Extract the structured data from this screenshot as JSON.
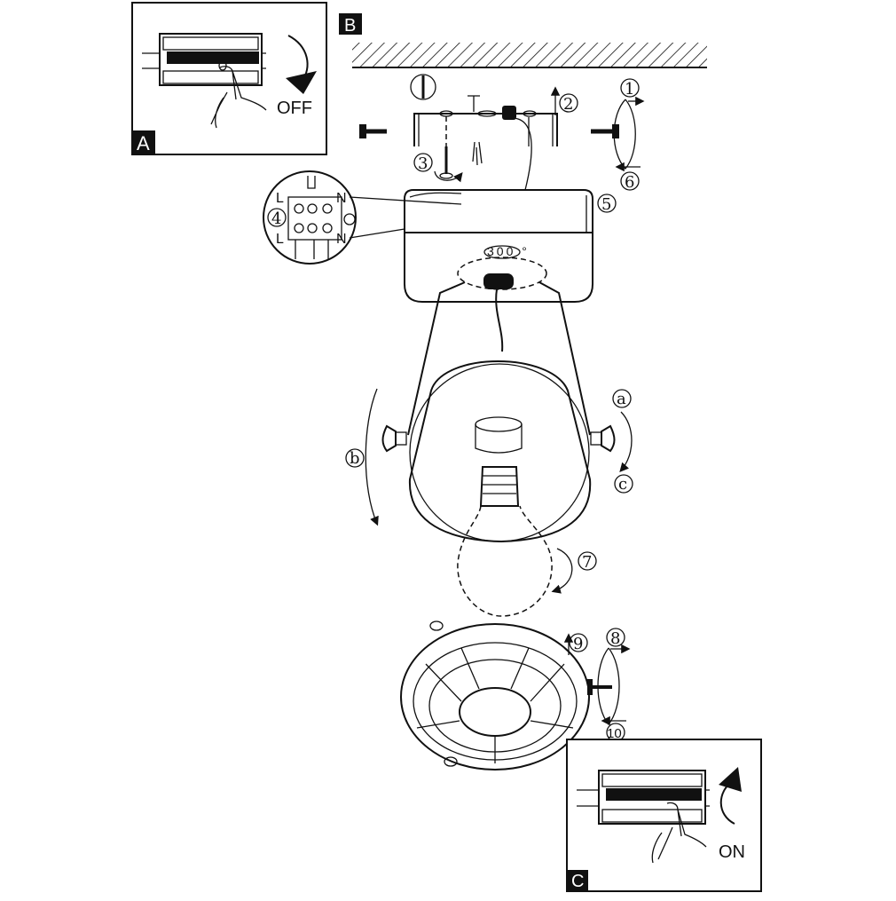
{
  "panels": {
    "a": {
      "letter": "A",
      "switch_label": "OFF"
    },
    "b": {
      "letter": "B"
    },
    "c": {
      "letter": "C",
      "switch_label": "ON"
    }
  },
  "steps": [
    "1",
    "2",
    "3",
    "4",
    "5",
    "6",
    "7",
    "8",
    "9",
    "10"
  ],
  "adjust_labels": [
    "a",
    "b",
    "c"
  ],
  "rotation_label": "300 °",
  "terminal_labels": {
    "live_top": "L",
    "neutral_top": "N",
    "live_bottom": "L",
    "neutral_bottom": "N"
  }
}
